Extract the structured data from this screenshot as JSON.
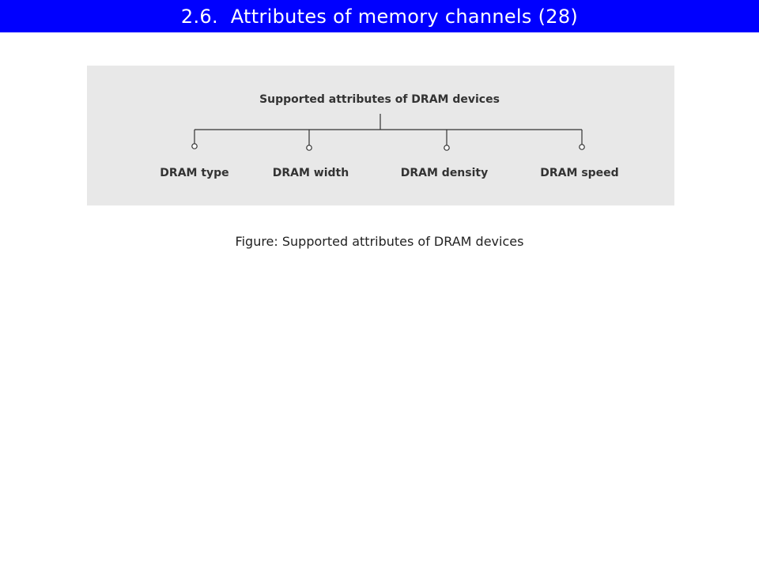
{
  "slide": {
    "title": "2.6.  Attributes of memory channels (28)",
    "title_bar_color": "#0000ff",
    "title_text_color": "#ffffff"
  },
  "diagram": {
    "panel_color": "#e8e8e8",
    "line_color": "#333333",
    "root_label": "Supported attributes of DRAM devices",
    "leaves": [
      {
        "label": "DRAM type"
      },
      {
        "label": "DRAM width"
      },
      {
        "label": "DRAM density"
      },
      {
        "label": "DRAM speed"
      }
    ]
  },
  "caption": {
    "text": "Figure: Supported attributes of DRAM devices"
  }
}
